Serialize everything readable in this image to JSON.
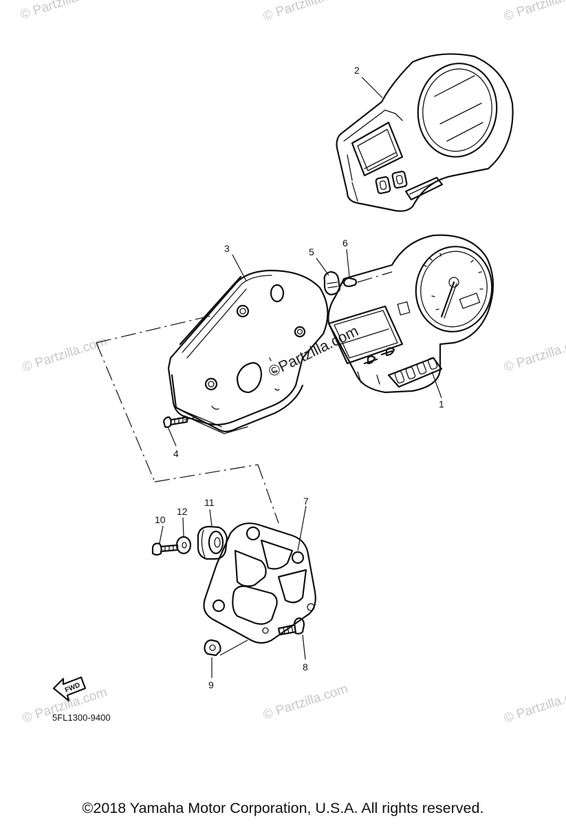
{
  "diagram": {
    "callouts": [
      "1",
      "2",
      "3",
      "4",
      "5",
      "6",
      "7",
      "8",
      "9",
      "10",
      "11",
      "12"
    ],
    "diagram_code": "5FL1300-9400",
    "fwd_label": "FWD",
    "watermark_text": "© Partzilla.com",
    "watermark_center_text": "©Partzilla.com",
    "copyright": "©2018 Yamaha Motor Corporation, U.S.A. All rights reserved."
  },
  "colors": {
    "line": "#111111",
    "watermark": "#c8c8c8",
    "background": "#ffffff"
  }
}
